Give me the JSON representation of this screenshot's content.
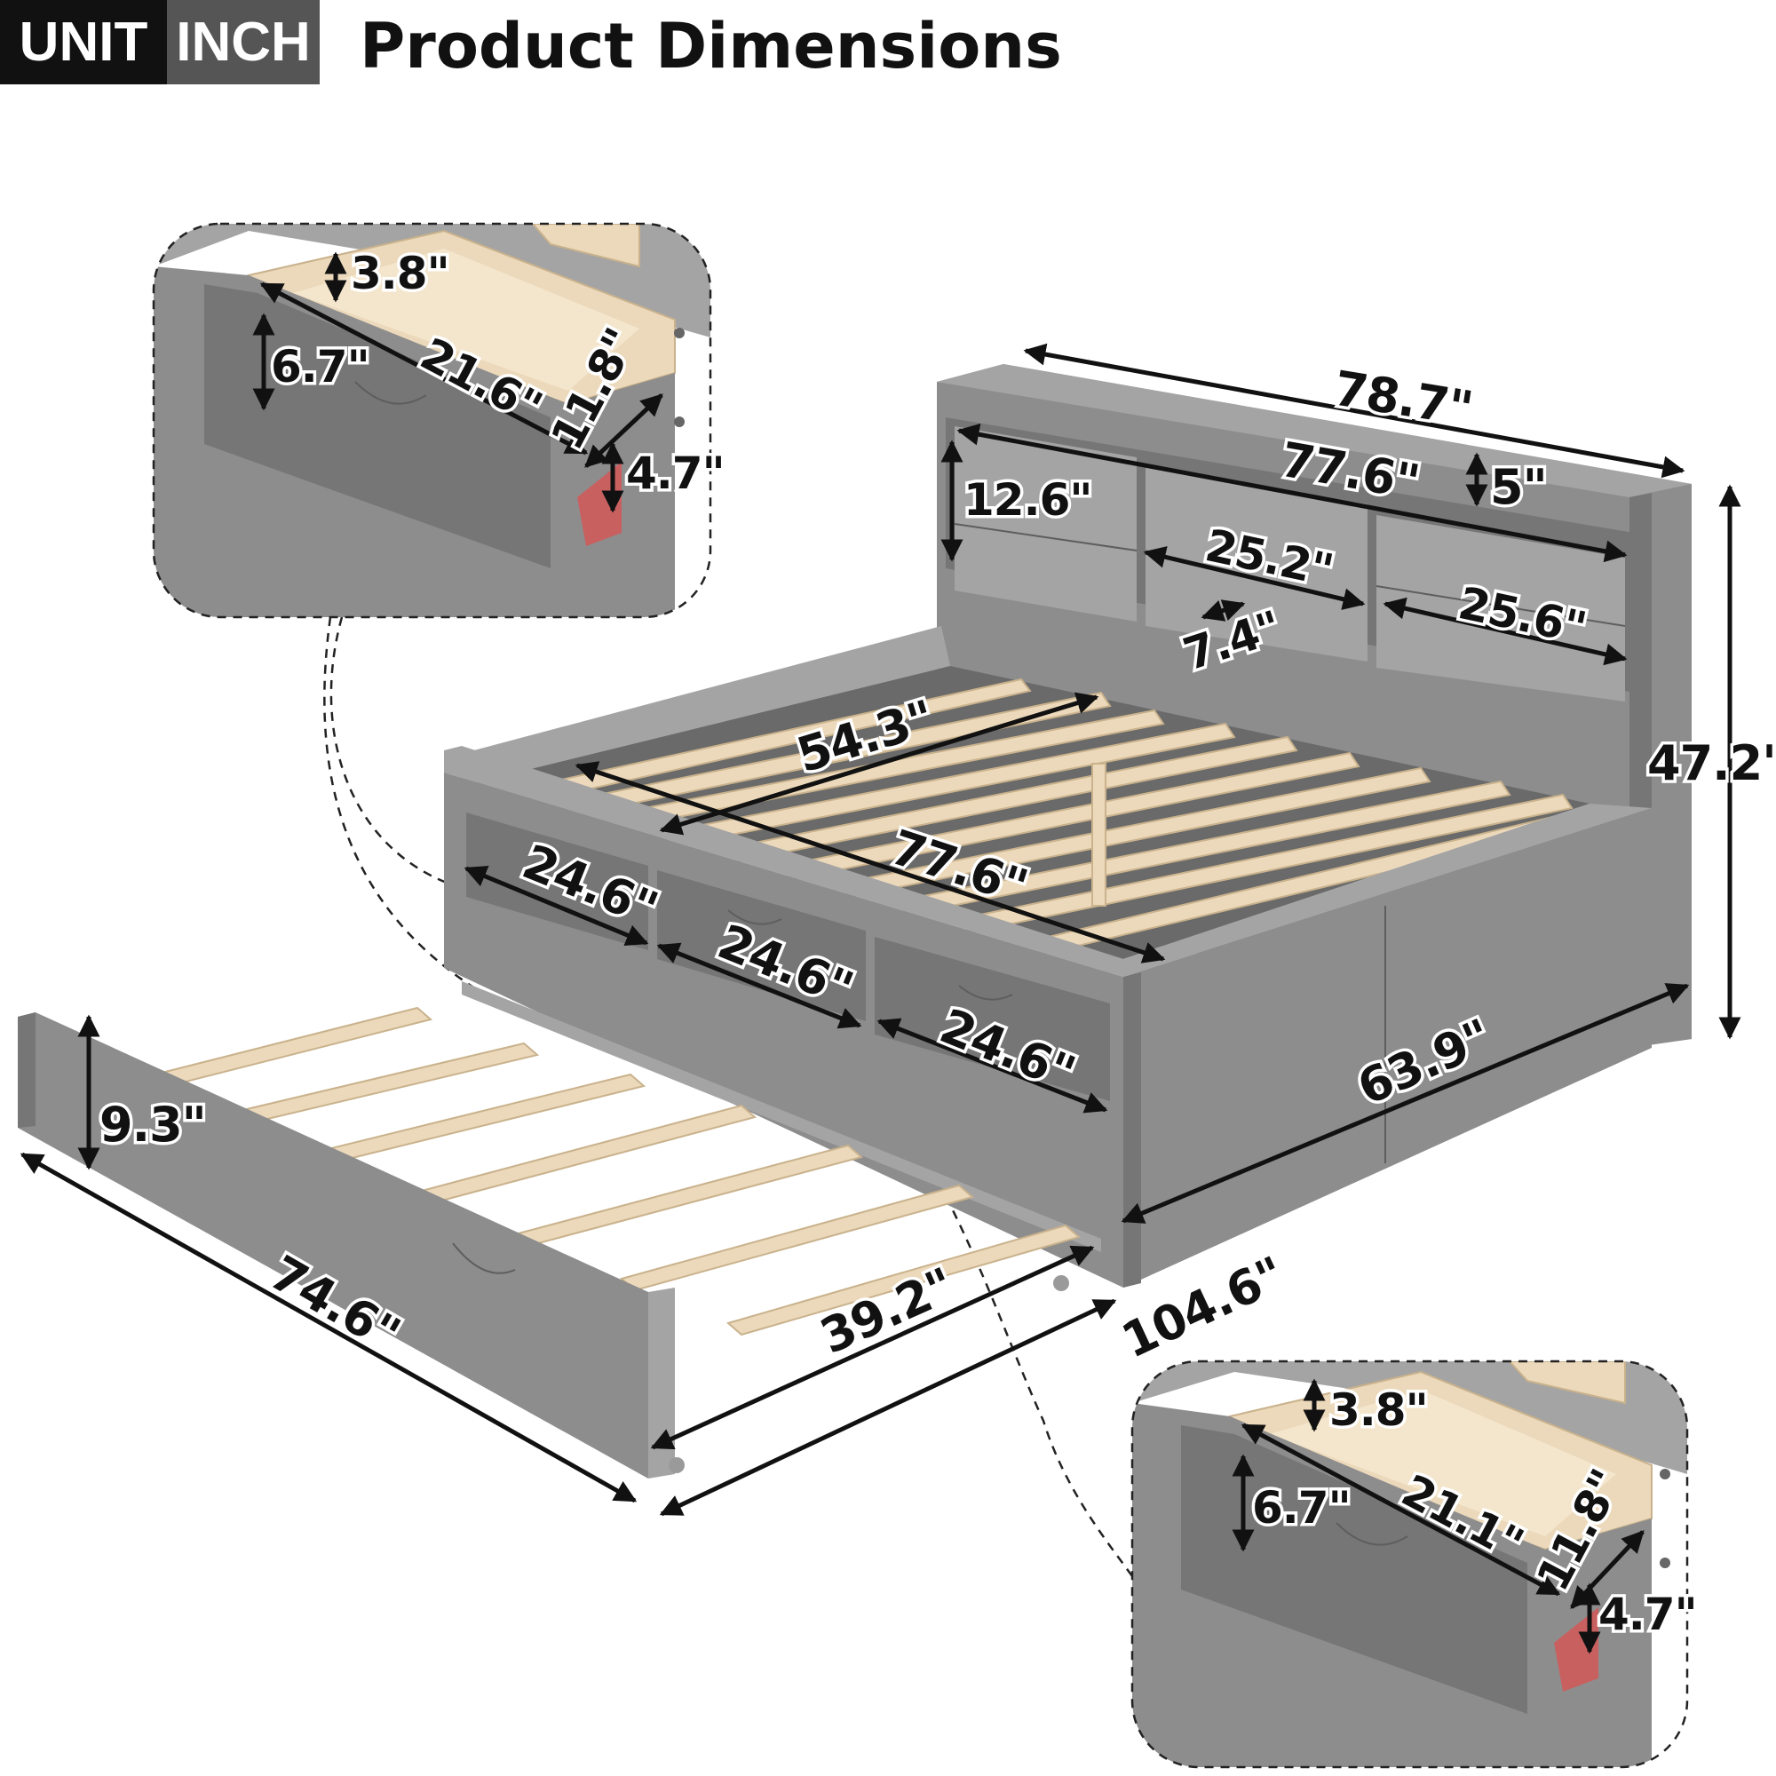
{
  "header": {
    "unit_label": "UNIT",
    "unit_value": "INCH",
    "title": "Product Dimensions"
  },
  "colors": {
    "bed_grey": "#8d8d8d",
    "slat_wood": "#ecd9bb",
    "text": "#111111"
  },
  "inset_top_left": {
    "drawer_depth": "3.8\"",
    "front_height": "6.7\"",
    "length": "21.6\"",
    "width": "11.8\"",
    "inner_height": "4.7\""
  },
  "inset_bottom_right": {
    "drawer_depth": "3.8\"",
    "front_height": "6.7\"",
    "length": "21.1\"",
    "width": "11.8\"",
    "inner_height": "4.7\""
  },
  "headboard": {
    "overall_width": "78.7\"",
    "shelf_width": "77.6\"",
    "top_shelf_height": "5\"",
    "compartment_height": "12.6\"",
    "center_compartment_width": "25.2\"",
    "right_compartment_width": "25.6\"",
    "compartment_depth": "7.4\"",
    "overall_height": "47.2\""
  },
  "bed_frame": {
    "inner_width": "54.3\"",
    "inner_length": "77.6\"",
    "overall_width": "63.9\"",
    "overall_length": "104.6\""
  },
  "drawers": [
    "24.6\"",
    "24.6\"",
    "24.6\""
  ],
  "trundle": {
    "height": "9.3\"",
    "length": "74.6\"",
    "width": "39.2\""
  }
}
